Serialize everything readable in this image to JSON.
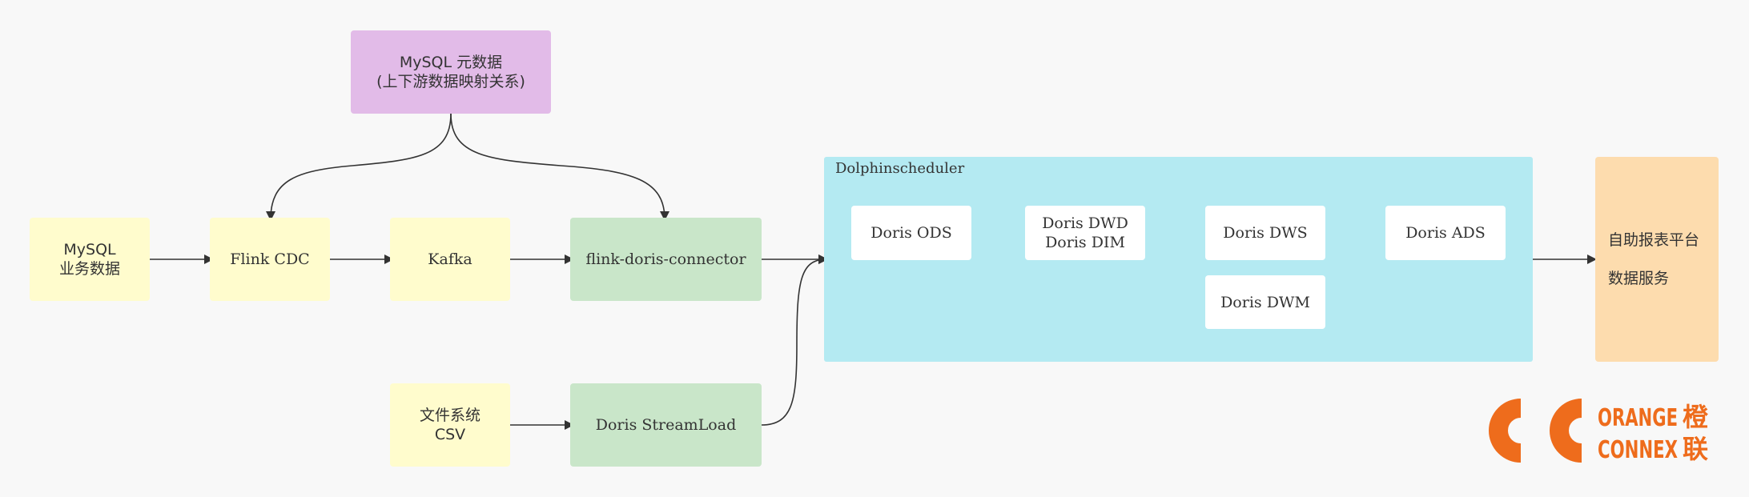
{
  "nodes": {
    "mysql_meta": [
      "MySQL 元数据",
      "(上下游数据映射关系)"
    ],
    "mysql_biz": [
      "MySQL",
      "业务数据"
    ],
    "flink_cdc": [
      "Flink CDC"
    ],
    "kafka": [
      "Kafka"
    ],
    "connector": [
      "flink-doris-connector"
    ],
    "file_csv": [
      "文件系统",
      "CSV"
    ],
    "streamload": [
      "Doris StreamLoad"
    ],
    "ods": [
      "Doris ODS"
    ],
    "dwd_dim": [
      "Doris DWD",
      "Doris DIM"
    ],
    "dws": [
      "Doris DWS"
    ],
    "ads": [
      "Doris ADS"
    ],
    "dwm": [
      "Doris DWM"
    ],
    "platform": [
      "自助报表平台",
      "数据服务"
    ]
  },
  "cluster": {
    "label": "Dolphinscheduler"
  },
  "logo": {
    "line1": "ORANGE",
    "line2": "CONNEX",
    "char1": "橙",
    "char2": "联"
  },
  "colors": {
    "yellow": "#fffccd",
    "green": "#c9e6c9",
    "purple": "#e2bbe8",
    "cyan": "#b4eaf2",
    "orange_box": "#fddcae",
    "logo": "#ee6c1c",
    "edge": "#333333"
  }
}
